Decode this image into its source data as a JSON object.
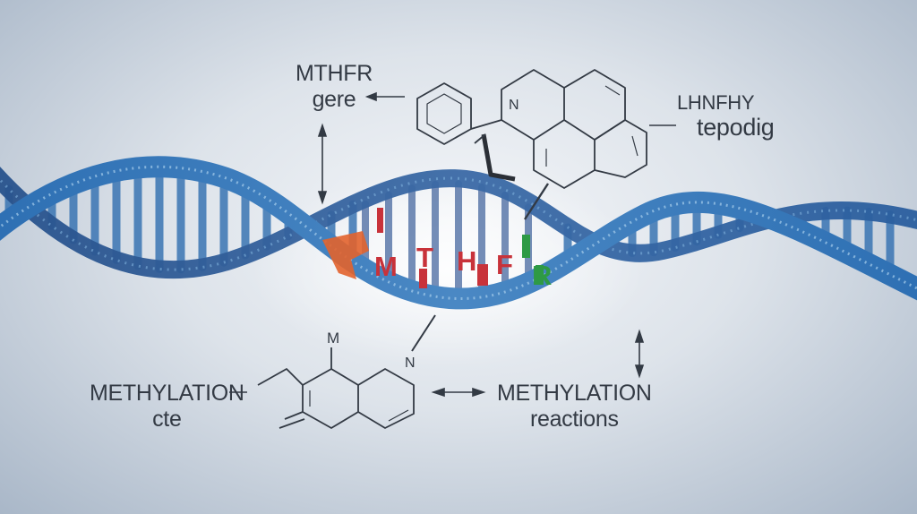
{
  "labels": {
    "mthfr_gene": [
      "MTHFR",
      "gere"
    ],
    "lhnfhy": [
      "LHNFHY",
      "tepodig"
    ],
    "methylation_cte": [
      "METHYLATION",
      "cte"
    ],
    "methylation_reactions": [
      "METHYLATION",
      "reactions"
    ]
  },
  "dna_letters": [
    "M",
    "T",
    "H",
    "F",
    "R"
  ],
  "atoms": {
    "n_top": "N",
    "m": "M",
    "n_mid": "N"
  },
  "colors": {
    "helix": "#3f7fbd",
    "helix_dark": "#2a4f88",
    "letter_red": "#c8323a",
    "letter_green": "#2e9a45",
    "accent_orange": "#e2632c",
    "line": "#333a44"
  }
}
